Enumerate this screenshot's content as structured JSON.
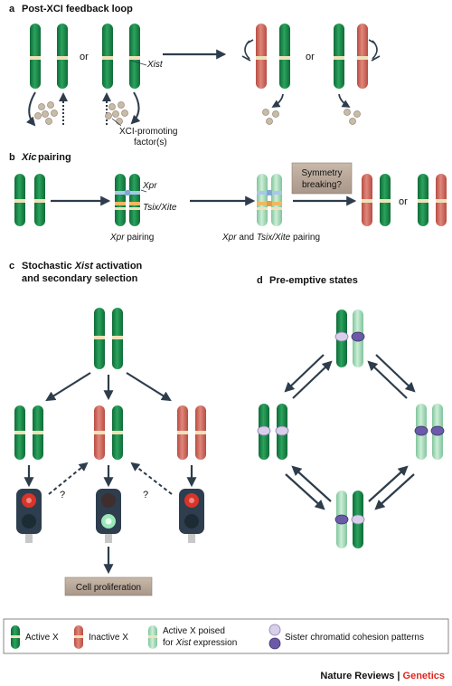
{
  "panels": {
    "a": {
      "letter": "a",
      "title": "Post-XCI feedback loop",
      "or1": "or",
      "or2": "or",
      "xist": "Xist",
      "factor_line1": "XCI-promoting",
      "factor_line2": "factor(s)"
    },
    "b": {
      "letter": "b",
      "title_italic": "Xic",
      "title_rest": " pairing",
      "xpr": "Xpr",
      "tsix": "Tsix/Xite",
      "xpr_pairing_italic": "Xpr",
      "xpr_pairing_rest": " pairing",
      "both_pairing_1": "Xpr",
      "both_pairing_2": " and ",
      "both_pairing_3": "Tsix/Xite",
      "both_pairing_4": " pairing",
      "symmetry_1": "Symmetry",
      "symmetry_2": "breaking?",
      "or": "or"
    },
    "c": {
      "letter": "c",
      "title_1a": "Stochastic ",
      "title_1b": "Xist",
      "title_1c": " activation",
      "title_2": "and secondary selection",
      "q1": "?",
      "q2": "?",
      "cell_prolif": "Cell proliferation"
    },
    "d": {
      "letter": "d",
      "title": "Pre-emptive states"
    }
  },
  "legend": {
    "active": "Active X",
    "inactive": "Inactive X",
    "poised_1": "Active X poised",
    "poised_2a": "for ",
    "poised_2b": "Xist",
    "poised_2c": " expression",
    "sister": "Sister chromatid cohesion patterns"
  },
  "footer": {
    "journal": "Nature Reviews",
    "sep": " | ",
    "section": "Genetics"
  },
  "colors": {
    "active": "#1f8a4c",
    "inactive": "#d0665a",
    "poised": "#a8d8b8",
    "arrow": "#2d3d4c",
    "box": "#b8a898",
    "brand": "#e2261c",
    "factor": "#c8bba8",
    "band": "#efe2b8"
  }
}
